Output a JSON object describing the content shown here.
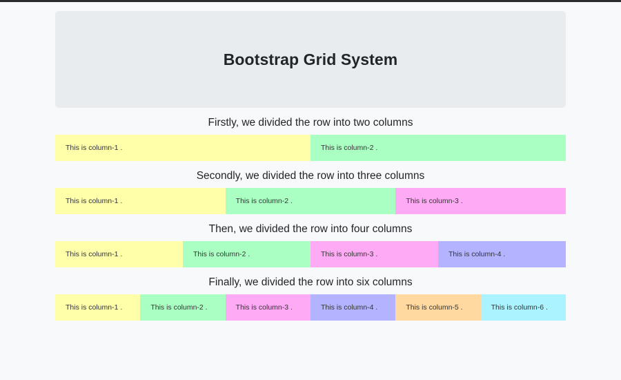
{
  "page": {
    "background_color": "#f8f9fa",
    "top_bar_color": "#2b2b2b"
  },
  "jumbotron": {
    "title": "Bootstrap Grid System",
    "background_color": "#e9ecef"
  },
  "sections": [
    {
      "heading": "Firstly, we divided the row into two columns",
      "columns": [
        {
          "label": "This is column-1 .",
          "color": "#ffffaa"
        },
        {
          "label": "This is column-2 .",
          "color": "#aaffc3"
        }
      ]
    },
    {
      "heading": "Secondly, we divided the row into three columns",
      "columns": [
        {
          "label": "This is column-1 .",
          "color": "#ffffaa"
        },
        {
          "label": "This is column-2 .",
          "color": "#aaffc3"
        },
        {
          "label": "This is column-3 .",
          "color": "#ffaaf5"
        }
      ]
    },
    {
      "heading": "Then, we divided the row into four columns",
      "columns": [
        {
          "label": "This is column-1 .",
          "color": "#ffffaa"
        },
        {
          "label": "This is column-2 .",
          "color": "#aaffc3"
        },
        {
          "label": "This is column-3 .",
          "color": "#ffaaf5"
        },
        {
          "label": "This is column-4 .",
          "color": "#b3b3ff"
        }
      ]
    },
    {
      "heading": "Finally, we divided the row into six columns",
      "columns": [
        {
          "label": "This is column-1 .",
          "color": "#ffffaa"
        },
        {
          "label": "This is column-2 .",
          "color": "#aaffc3"
        },
        {
          "label": "This is column-3 .",
          "color": "#ffaaf5"
        },
        {
          "label": "This is column-4 .",
          "color": "#b3b3ff"
        },
        {
          "label": "This is column-5 .",
          "color": "#ffd9a0"
        },
        {
          "label": "This is column-6 .",
          "color": "#aaf3ff"
        }
      ]
    }
  ]
}
